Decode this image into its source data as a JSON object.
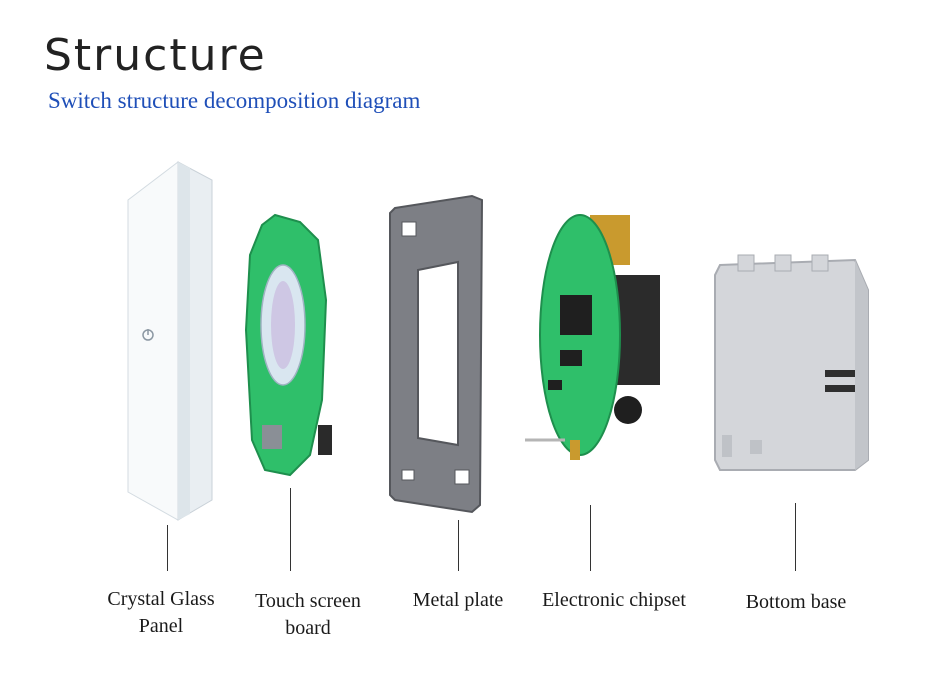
{
  "header": {
    "title": "Structure",
    "subtitle": "Switch structure decomposition diagram"
  },
  "components": [
    {
      "line1": "Crystal Glass",
      "line2": "Panel"
    },
    {
      "line1": "Touch screen",
      "line2": "board"
    },
    {
      "line1": "Metal plate",
      "line2": ""
    },
    {
      "line1": "Electronic chipset",
      "line2": ""
    },
    {
      "line1": "Bottom base",
      "line2": ""
    }
  ],
  "colors": {
    "subtitle": "#1f4fb8",
    "pcb_green": "#2fbf6a",
    "metal_gray": "#7d7f85",
    "base_gray": "#d4d6da"
  }
}
